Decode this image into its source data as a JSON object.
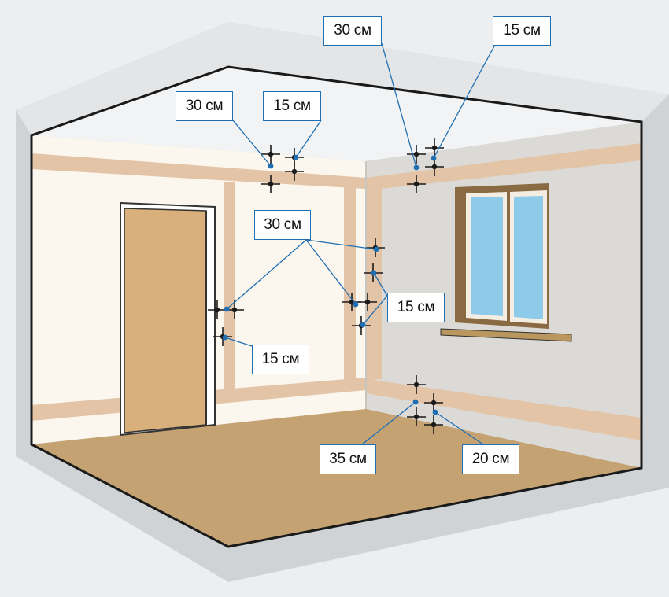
{
  "diagram": {
    "labels": {
      "ceiling_left_30": "30 см",
      "ceiling_left_15": "15 см",
      "ceiling_right_30": "30 см",
      "ceiling_right_15": "15 см",
      "middle_30": "30 см",
      "middle_15": "15 см",
      "door_15": "15 см",
      "floor_35": "35 см",
      "floor_20": "20 см"
    },
    "colors": {
      "leader": "#1f6fb4",
      "wall_left": "#fbf6ee",
      "wall_right": "#dcdad6",
      "floor": "#c4a272",
      "stripe": "#e3c4a6",
      "door": "#d9b07b"
    }
  }
}
